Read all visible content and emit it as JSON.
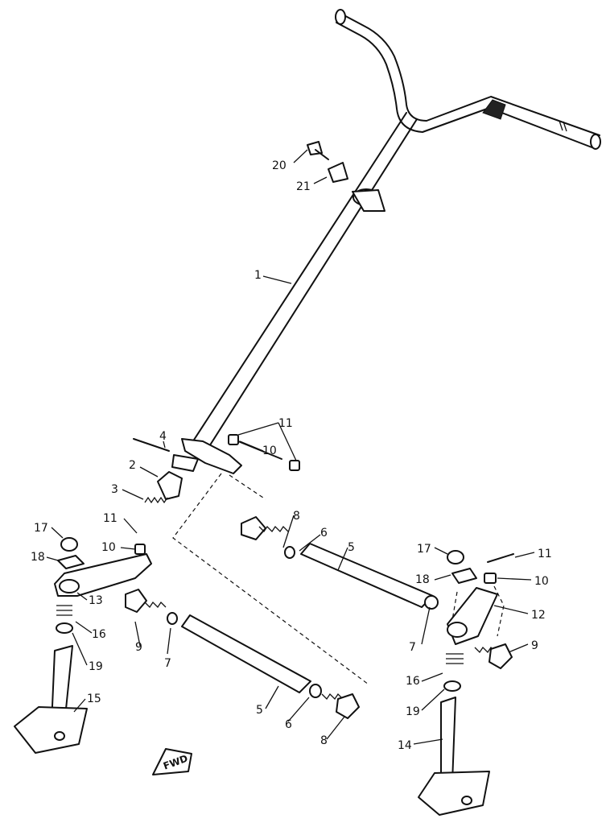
{
  "callouts": {
    "c1": "1",
    "c2": "2",
    "c3": "3",
    "c4": "4",
    "c5a": "5",
    "c5b": "5",
    "c6a": "6",
    "c6b": "6",
    "c7a": "7",
    "c7b": "7",
    "c8a": "8",
    "c8b": "8",
    "c9a": "9",
    "c9b": "9",
    "c10a": "10",
    "c10b": "10",
    "c10c": "10",
    "c11a": "11",
    "c11b": "11",
    "c11c": "11",
    "c12": "12",
    "c13": "13",
    "c14": "14",
    "c15": "15",
    "c16a": "16",
    "c16b": "16",
    "c17a": "17",
    "c17b": "17",
    "c18a": "18",
    "c18b": "18",
    "c19a": "19",
    "c19b": "19",
    "c20": "20",
    "c21": "21"
  },
  "fwd_marker": "FWD"
}
